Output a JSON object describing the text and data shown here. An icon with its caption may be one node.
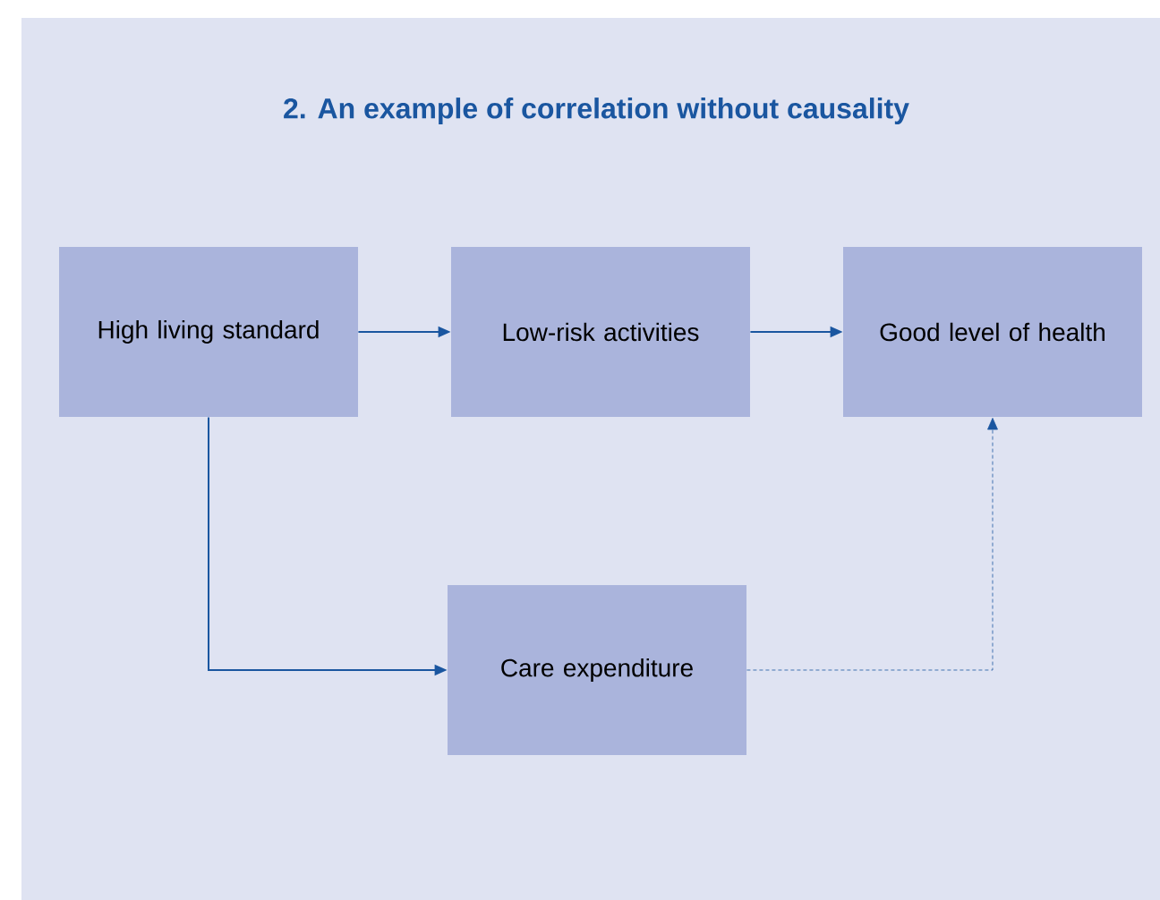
{
  "diagram": {
    "title": "2. An example of correlation without causality",
    "nodes": [
      {
        "text": [
          "High living standard"
        ]
      },
      {
        "text": [
          "Low-risk activities"
        ]
      },
      {
        "text": [
          "Good level of health"
        ]
      },
      {
        "text": [
          "Care expenditure"
        ]
      }
    ],
    "edges": [
      {
        "from": 0,
        "to": 1,
        "arrow": "to"
      },
      {
        "from": 1,
        "to": 2,
        "arrow": "to"
      },
      {
        "from": 0,
        "to": 3,
        "arrow": "to"
      },
      {
        "from": 3,
        "to": 2,
        "arrow": "to",
        "style": "dashed"
      }
    ]
  }
}
